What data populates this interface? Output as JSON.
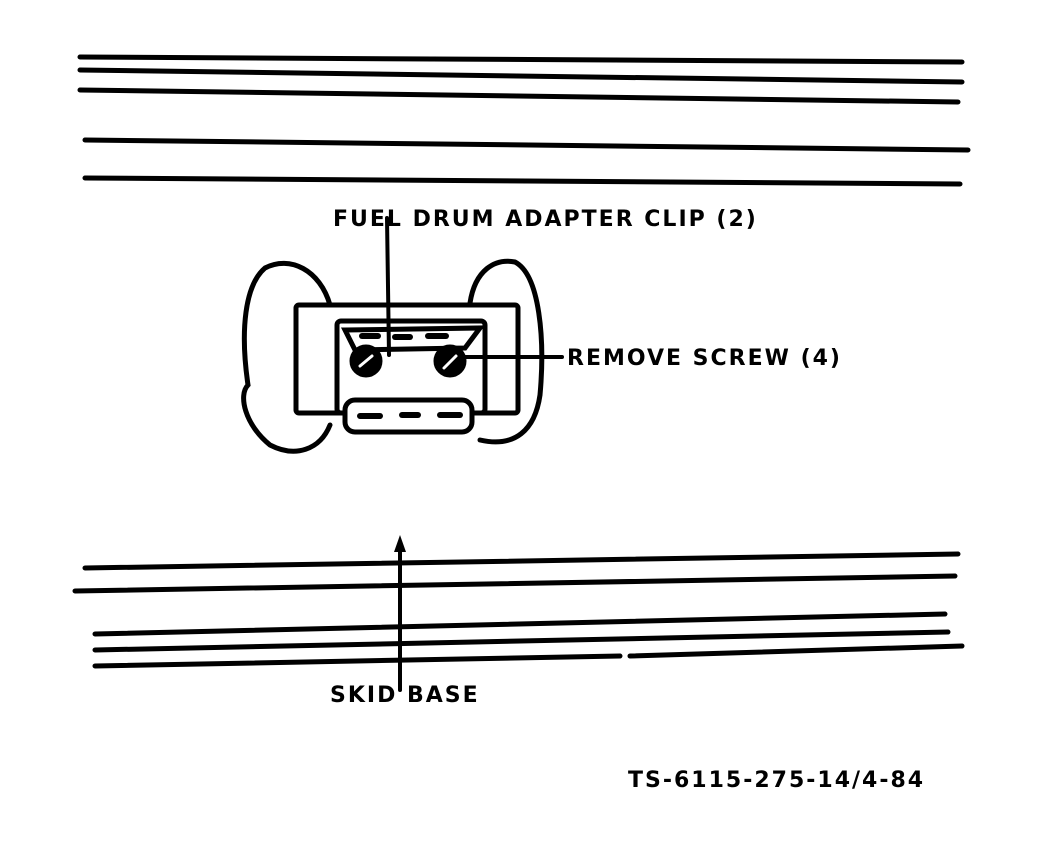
{
  "labels": {
    "clip": "FUEL DRUM ADAPTER CLIP (2)",
    "screw": "REMOVE SCREW (4)",
    "skid": "SKID BASE",
    "figure_id": "TS-6115-275-14/4-84"
  },
  "colors": {
    "ink": "#000000",
    "background": "#ffffff"
  }
}
